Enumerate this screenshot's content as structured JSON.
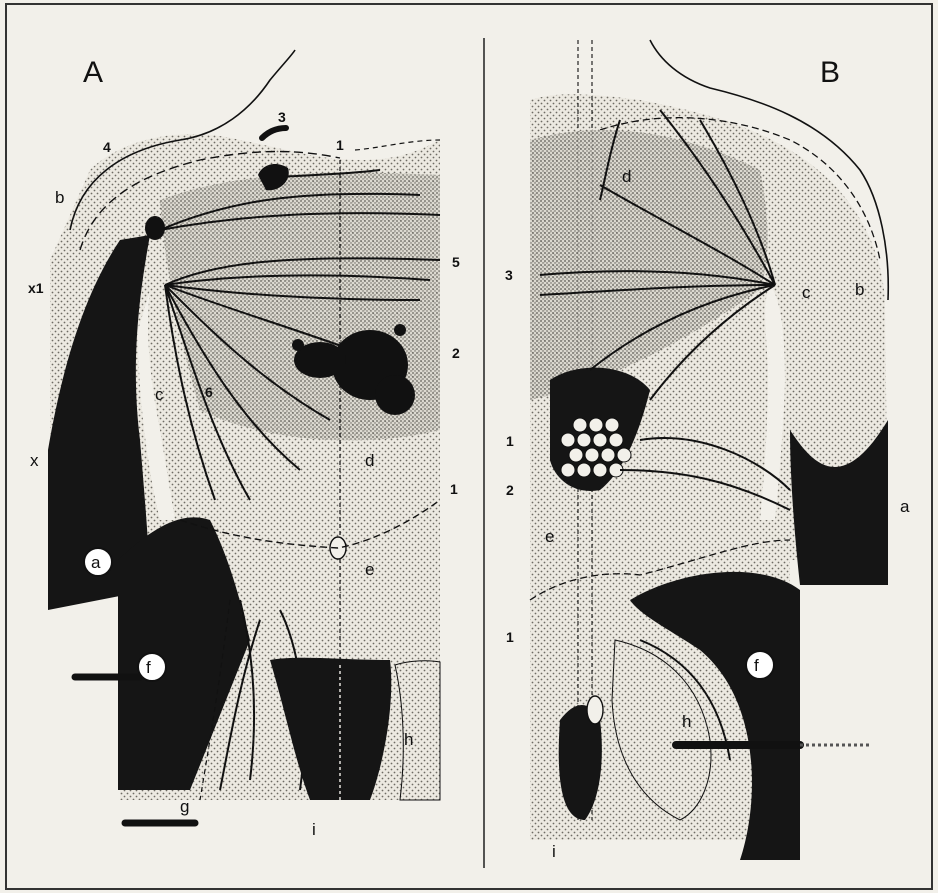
{
  "panels": {
    "A": {
      "letter": "A",
      "zones": {
        "a": "a",
        "b": "b",
        "c": "c",
        "d": "d",
        "e": "e",
        "f": "f",
        "g": "g",
        "h": "h",
        "i": "i"
      },
      "markers": {
        "x": "x",
        "x1": "x1",
        "n1_top": "1",
        "n1_right": "1",
        "n2": "2",
        "n3": "3",
        "n4": "4",
        "n5": "5",
        "n6": "6"
      }
    },
    "B": {
      "letter": "B",
      "zones": {
        "a": "a",
        "b": "b",
        "c": "c",
        "d": "d",
        "e": "e",
        "f": "f",
        "h": "h",
        "i": "i"
      },
      "markers": {
        "n1_mid": "1",
        "n1_low": "1",
        "n2": "2",
        "n3": "3"
      }
    }
  },
  "colors": {
    "background": "#f2f0ea",
    "ink": "#111111",
    "stipple": "#c9c6bd",
    "frame": "#333333"
  }
}
